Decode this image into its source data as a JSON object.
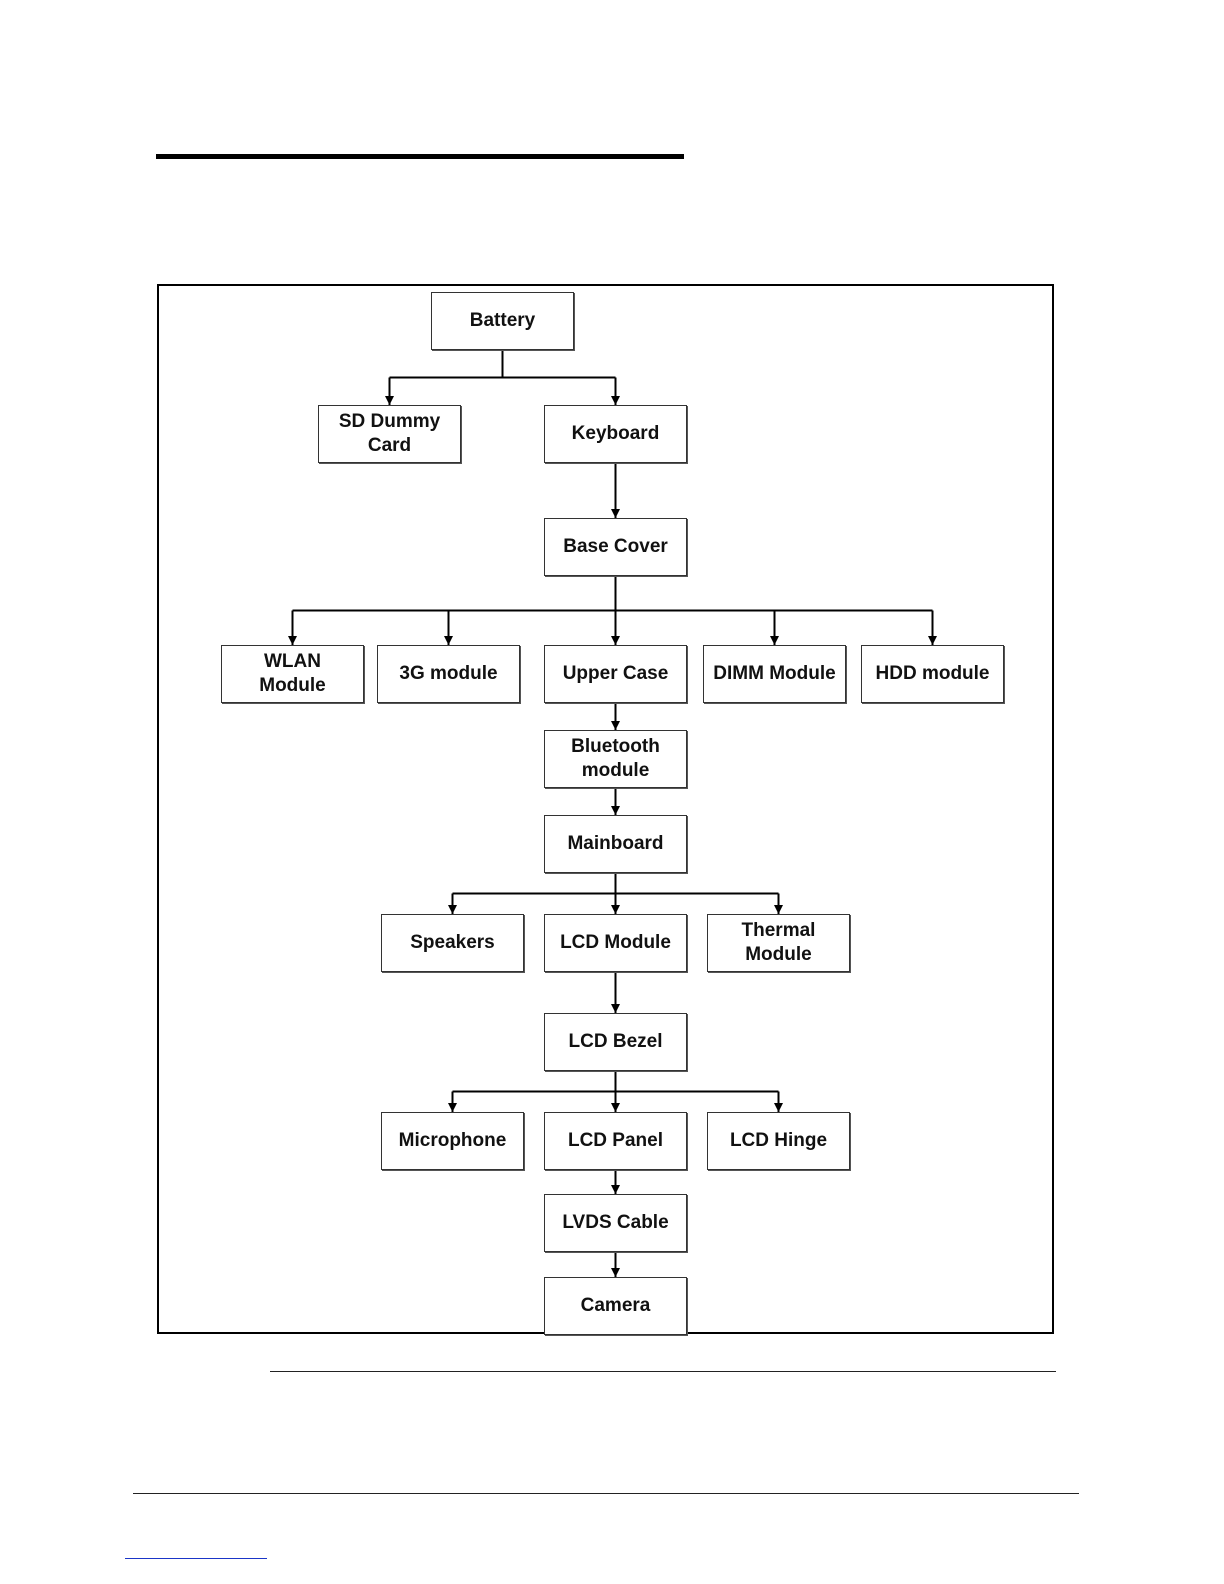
{
  "diagram": {
    "nodes": [
      {
        "id": "battery",
        "label": "Battery"
      },
      {
        "id": "sd-dummy-card",
        "label": "SD Dummy\nCard"
      },
      {
        "id": "keyboard",
        "label": "Keyboard"
      },
      {
        "id": "base-cover",
        "label": "Base Cover"
      },
      {
        "id": "wlan-module",
        "label": "WLAN\nModule"
      },
      {
        "id": "3g-module",
        "label": "3G module"
      },
      {
        "id": "upper-case",
        "label": "Upper Case"
      },
      {
        "id": "dimm-module",
        "label": "DIMM Module"
      },
      {
        "id": "hdd-module",
        "label": "HDD module"
      },
      {
        "id": "bluetooth-module",
        "label": "Bluetooth\nmodule"
      },
      {
        "id": "mainboard",
        "label": "Mainboard"
      },
      {
        "id": "speakers",
        "label": "Speakers"
      },
      {
        "id": "lcd-module",
        "label": "LCD Module"
      },
      {
        "id": "thermal-module",
        "label": "Thermal\nModule"
      },
      {
        "id": "lcd-bezel",
        "label": "LCD Bezel"
      },
      {
        "id": "microphone",
        "label": "Microphone"
      },
      {
        "id": "lcd-panel",
        "label": "LCD Panel"
      },
      {
        "id": "lcd-hinge",
        "label": "LCD Hinge"
      },
      {
        "id": "lvds-cable",
        "label": "LVDS Cable"
      },
      {
        "id": "camera",
        "label": "Camera"
      }
    ],
    "edges": [
      {
        "from": "battery",
        "to": [
          "sd-dummy-card",
          "keyboard"
        ]
      },
      {
        "from": "keyboard",
        "to": [
          "base-cover"
        ]
      },
      {
        "from": "base-cover",
        "to": [
          "wlan-module",
          "3g-module",
          "upper-case",
          "dimm-module",
          "hdd-module"
        ]
      },
      {
        "from": "upper-case",
        "to": [
          "bluetooth-module"
        ]
      },
      {
        "from": "bluetooth-module",
        "to": [
          "mainboard"
        ]
      },
      {
        "from": "mainboard",
        "to": [
          "speakers",
          "lcd-module",
          "thermal-module"
        ]
      },
      {
        "from": "lcd-module",
        "to": [
          "lcd-bezel"
        ]
      },
      {
        "from": "lcd-bezel",
        "to": [
          "microphone",
          "lcd-panel",
          "lcd-hinge"
        ]
      },
      {
        "from": "lcd-panel",
        "to": [
          "lvds-cable"
        ]
      },
      {
        "from": "lvds-cable",
        "to": [
          "camera"
        ]
      }
    ]
  }
}
